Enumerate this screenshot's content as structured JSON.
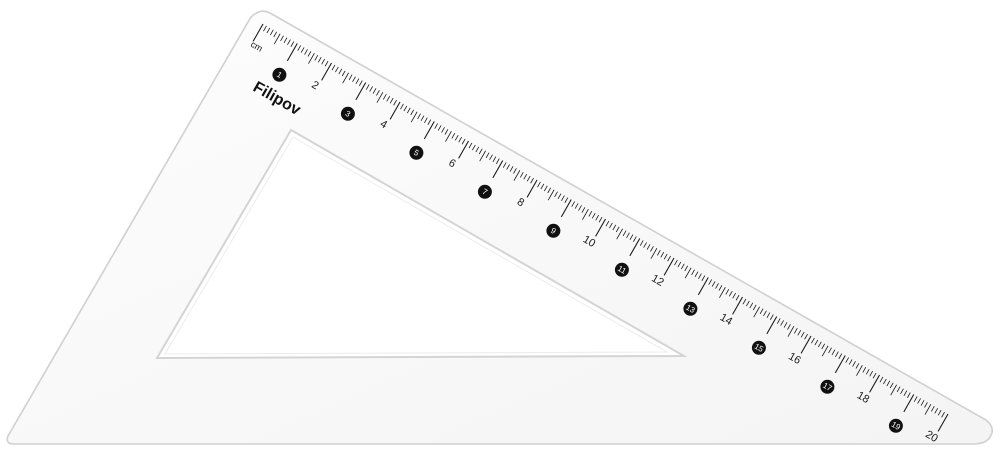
{
  "ruler": {
    "brand": "Filipov",
    "unit": "cm",
    "major_labels": [
      "2",
      "4",
      "6",
      "8",
      "10",
      "12",
      "14",
      "16",
      "18",
      "20"
    ],
    "odd_labels": [
      "1",
      "3",
      "5",
      "7",
      "9",
      "11",
      "13",
      "15",
      "17",
      "19"
    ],
    "max_cm": 20,
    "mm_per_cm": 10
  },
  "colors": {
    "body_fill": "#fbfbfb",
    "body_edge": "#d2d2d2",
    "tick": "#1a1a1a",
    "dot": "#111111",
    "dot_text": "#ffffff",
    "background": "#ffffff"
  }
}
